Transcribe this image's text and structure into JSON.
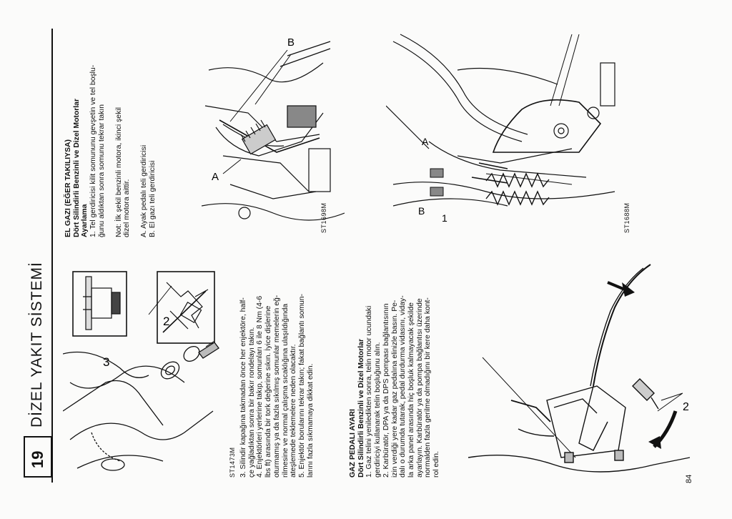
{
  "header": {
    "section_number": "19",
    "chapter_title": "DİZEL YAKIT SİSTEMİ"
  },
  "figures": {
    "fig1": {
      "id": "ST1473M",
      "callouts": [
        "3",
        "2"
      ]
    },
    "fig2": {
      "id": "ST1698M",
      "callouts": [
        "A",
        "B"
      ]
    },
    "fig3": {
      "id": "ST1688M",
      "callouts": [
        "A",
        "B",
        "1"
      ]
    },
    "fig4": {
      "callouts": [
        "2"
      ]
    }
  },
  "left_column": {
    "lines": [
      "3. Silindir kapağına takmadan önce her enjektöre, half-",
      "çe yağladıktan sonra bir bakır rondelayı takın.",
      "4. Enjektörleri yerlerine takıp, somunları 6 ile 8 Nm (4-6",
      "lbs ft) arasında bir tork değerine sıkın. İyice dişlerine",
      "oturmamış ya da fazla sıkılmış somunlar memelerin eğ-",
      "rilmesine ve normal çalışma sıcaklığına ulaşıldığında",
      "ateşlemede teklemelere neden olacaktır.",
      "5. Enjektör borularını tekrar takın; fakat bağlantı somun-",
      "larını fazla sıkmamaya dikkat edin."
    ]
  },
  "gaz_pedali": {
    "heading": "GAZ PEDALI AYARI",
    "subheading": "Dört Silindirli Benzinli ve Dizel Motorlar",
    "lines": [
      "1. Gaz telini yeniledikten sonra, telin motor ucundaki",
      "gerdiriciyi kullanarak telin boşluğunu alın.",
      "2. Karbüratör, DPA ya da DPS pompası bağlantısının",
      "izin verdiği yere kadar gaz pedalına elinizle basın. Pe-",
      "dalı o durumda tutarak, pedal durdurma vidasını, viday-",
      "la arka panel arasında hiç boşluk kalmayacak şekilde",
      "ayarlayın. Karbüratör ya da pompa bağlantısı üzerinde",
      "normalden fazla gerilme olmadığını bir kere daha kont-",
      "rol edin."
    ]
  },
  "el_gazi": {
    "heading": "EL GAZI (EĞER TAKILIYSA)",
    "subheading": "Dört Silindirli Benzinli ve Dizel Motorlar",
    "subheading2": "Ayarlama",
    "lines": [
      "1. Tel gerdiricisi kilit somununu gevşetin ve tel boşlu-",
      "ğunu aldıktan sonra somunu tekrar takın"
    ],
    "note_lines": [
      "Not: İlk şekil benzinli motora, ikinci şekil",
      "dizel motora aittir."
    ],
    "legend": [
      "A. Ayak pedalı teli gerdiricisi",
      "B. El gazı teli gerdiricisi"
    ]
  },
  "footer": {
    "page_number": "84"
  }
}
